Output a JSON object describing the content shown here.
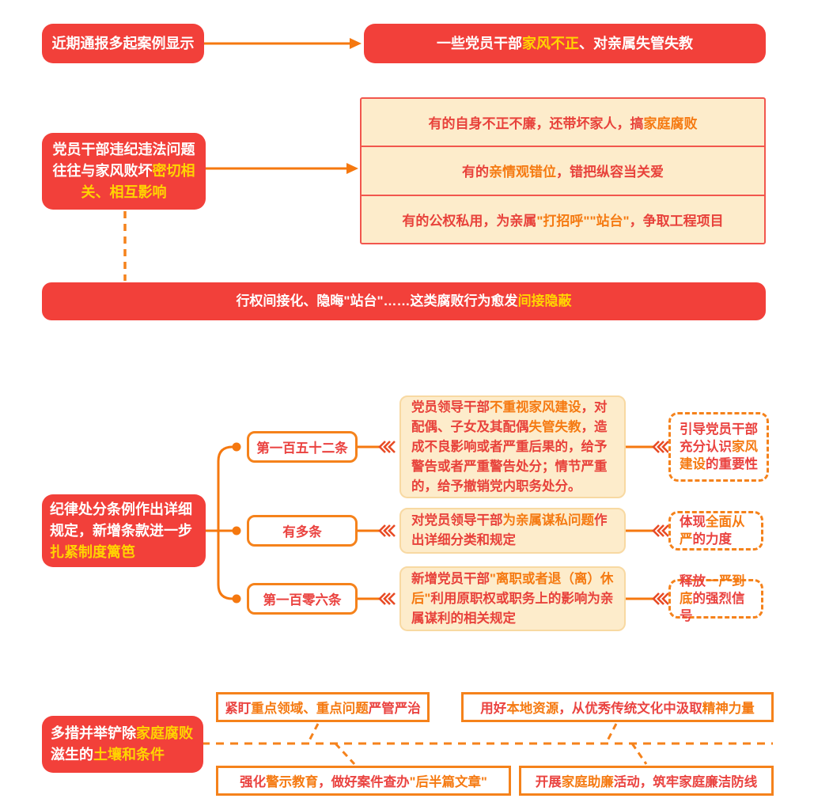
{
  "colors": {
    "box_red": "#f2403a",
    "highlight_yellow": "#ffd401",
    "connector_orange": "#f5780f",
    "border_orange": "#f5821b",
    "cream_fill": "#fdeccb",
    "cream_border": "#f8d9a2",
    "stack_border": "#f2564d",
    "text_red": "#e8423b"
  },
  "s1": {
    "source": [
      {
        "t": "近期通报多起案例显示"
      }
    ],
    "result": [
      {
        "t": "一些党员干部"
      },
      {
        "t": "家风不正",
        "hl": true
      },
      {
        "t": "、对亲属失管失教"
      }
    ]
  },
  "s2": {
    "cause": [
      {
        "t": "党员干部违纪违法问题往往与家风败坏"
      },
      {
        "t": "密切相关、相互影响",
        "hl": true
      }
    ],
    "rows": [
      [
        {
          "t": "有的自身不正不廉，还带坏家人，搞"
        },
        {
          "t": "家庭腐败",
          "hl": true
        }
      ],
      [
        {
          "t": "有的"
        },
        {
          "t": "亲情观错位",
          "hl": true
        },
        {
          "t": "，错把纵容当关爱"
        }
      ],
      [
        {
          "t": "有的公权私用，为亲属"
        },
        {
          "t": "\"打招呼\"\"站台\"",
          "hl": true
        },
        {
          "t": "，争取工程项目"
        }
      ]
    ],
    "banner": [
      {
        "t": "行权间接化、隐晦\"站台\"……这类腐败行为愈发"
      },
      {
        "t": "间接隐蔽",
        "hl": true
      }
    ]
  },
  "s3": {
    "intro": [
      {
        "t": "纪律处分条例作出详细规定，新增条款进一步"
      },
      {
        "t": "扎紧制度篱笆",
        "hl": true
      }
    ],
    "items": [
      {
        "label": "第一百五十二条",
        "desc": [
          {
            "t": "党员领导干部"
          },
          {
            "t": "不重视家风建设",
            "hl": true
          },
          {
            "t": "，对配偶、子女及其配偶"
          },
          {
            "t": "失管失教",
            "hl": true
          },
          {
            "t": "，造成不良影响或者严重后果的，给予警告或者严重警告处分；情节严重的，给予撤销党内职务处分。"
          }
        ],
        "note": [
          {
            "t": "引导党员干部充分认识"
          },
          {
            "t": "家风建设",
            "hl": true
          },
          {
            "t": "的重要性"
          }
        ]
      },
      {
        "label": "有多条",
        "desc": [
          {
            "t": "对党员领导干部"
          },
          {
            "t": "为亲属谋私问题",
            "hl": true
          },
          {
            "t": "作出详细分类和规定"
          }
        ],
        "note": [
          {
            "t": "体现"
          },
          {
            "t": "全面从严",
            "hl": true
          },
          {
            "t": "的力度"
          }
        ]
      },
      {
        "label": "第一百零六条",
        "desc": [
          {
            "t": "新增党员干部"
          },
          {
            "t": "\"离职或者退（离）休后\"",
            "hl": true
          },
          {
            "t": "利用原职权或职务上的影响为亲属谋利的相关规定"
          }
        ],
        "note": [
          {
            "t": "释放"
          },
          {
            "t": "一严到底",
            "hl": true
          },
          {
            "t": "的强烈信号"
          }
        ]
      }
    ]
  },
  "s4": {
    "lead": [
      {
        "t": "多措并举铲除"
      },
      {
        "t": "家庭腐败",
        "hl": true
      },
      {
        "t": "滋生的"
      },
      {
        "t": "土壤和条件",
        "hl": true
      }
    ],
    "measures": [
      [
        {
          "t": "紧盯"
        },
        {
          "t": "重点领域、重点问题",
          "hl": true
        },
        {
          "t": "严管严治"
        }
      ],
      [
        {
          "t": "用好"
        },
        {
          "t": "本地资源",
          "hl": true
        },
        {
          "t": "，从优秀传统文化中汲取"
        },
        {
          "t": "精神力量",
          "hl": true
        }
      ],
      [
        {
          "t": "强化"
        },
        {
          "t": "警示教育",
          "hl": true
        },
        {
          "t": "，做好案件查办"
        },
        {
          "t": "\"后半篇文章\"",
          "hl": true
        }
      ],
      [
        {
          "t": "开展"
        },
        {
          "t": "家庭助廉",
          "hl": true
        },
        {
          "t": "活动，筑牢家庭廉洁防线"
        }
      ]
    ]
  }
}
